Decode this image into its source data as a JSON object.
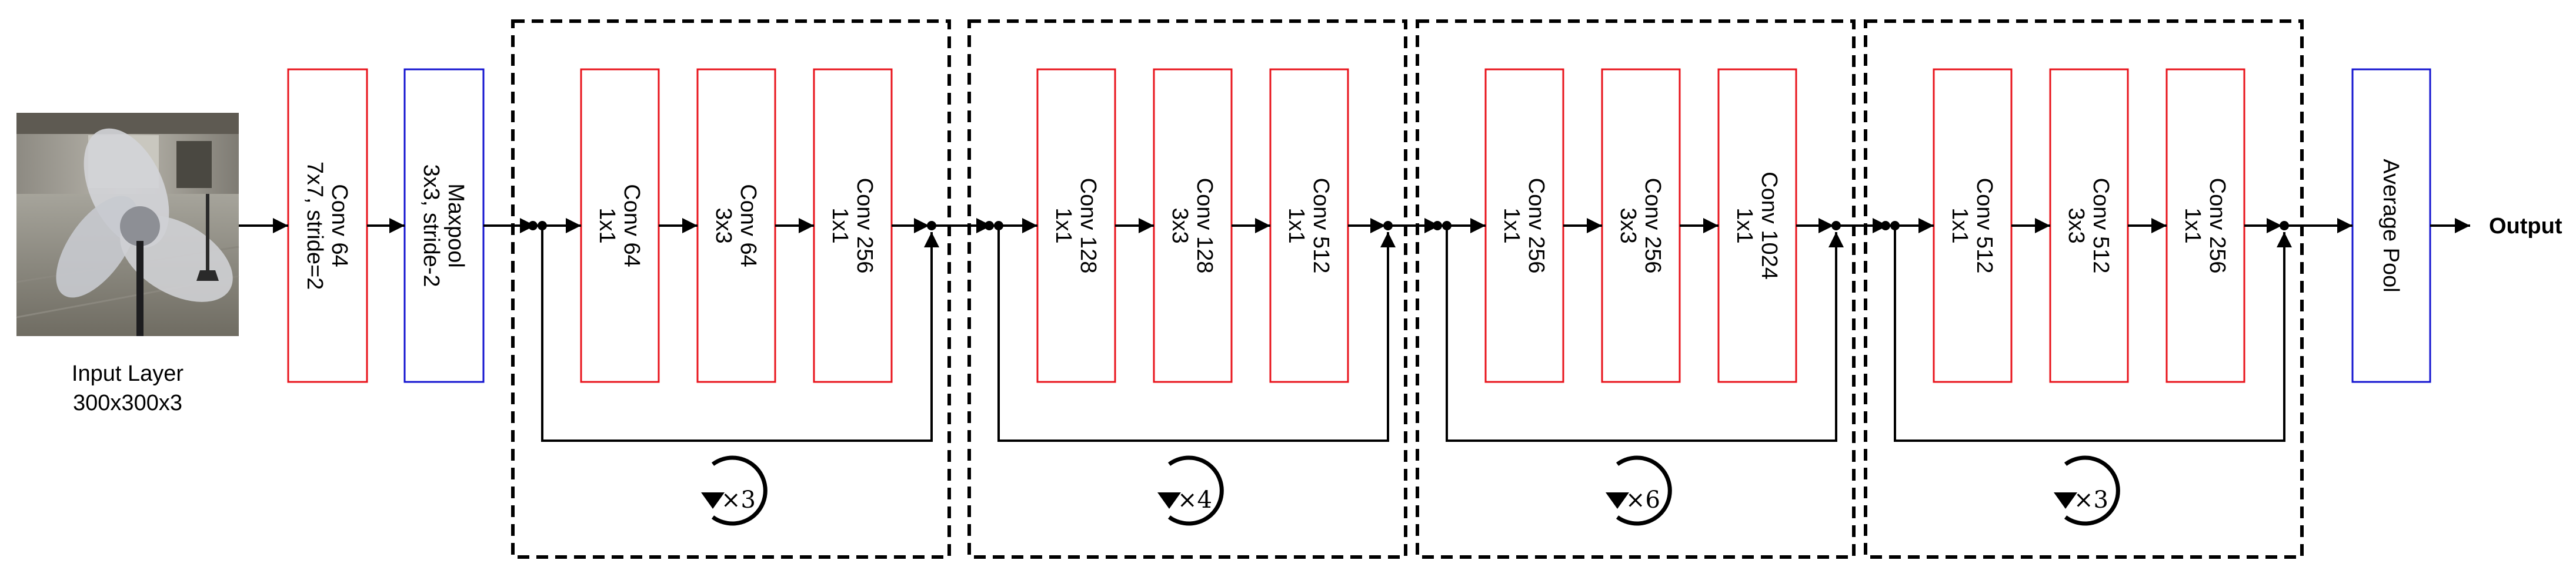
{
  "input_layer": {
    "label_line1": "Input Layer",
    "label_line2": "300x300x3"
  },
  "stem": {
    "conv": {
      "line1": "Conv 64",
      "line2": "7x7, stride=2"
    },
    "pool": {
      "line1": "Maxpool",
      "line2": "3x3, stride-2"
    }
  },
  "stages": [
    {
      "repeat": "×3",
      "blocks": [
        {
          "line1": "Conv 64",
          "line2": "1x1"
        },
        {
          "line1": "Conv 64",
          "line2": "3x3"
        },
        {
          "line1": "Conv 256",
          "line2": "1x1"
        }
      ]
    },
    {
      "repeat": "×4",
      "blocks": [
        {
          "line1": "Conv 128",
          "line2": "1x1"
        },
        {
          "line1": "Conv 128",
          "line2": "3x3"
        },
        {
          "line1": "Conv 512",
          "line2": "1x1"
        }
      ]
    },
    {
      "repeat": "×6",
      "blocks": [
        {
          "line1": "Conv 256",
          "line2": "1x1"
        },
        {
          "line1": "Conv 256",
          "line2": "3x3"
        },
        {
          "line1": "Conv 1024",
          "line2": "1x1"
        }
      ]
    },
    {
      "repeat": "×3",
      "blocks": [
        {
          "line1": "Conv 512",
          "line2": "1x1"
        },
        {
          "line1": "Conv 512",
          "line2": "3x3"
        },
        {
          "line1": "Conv 256",
          "line2": "1x1"
        }
      ]
    }
  ],
  "head": {
    "label": "Average Pool"
  },
  "output": {
    "label": "Output"
  },
  "colors": {
    "conv_border": "#e8141c",
    "pool_border": "#1414d0",
    "line": "#000000"
  }
}
